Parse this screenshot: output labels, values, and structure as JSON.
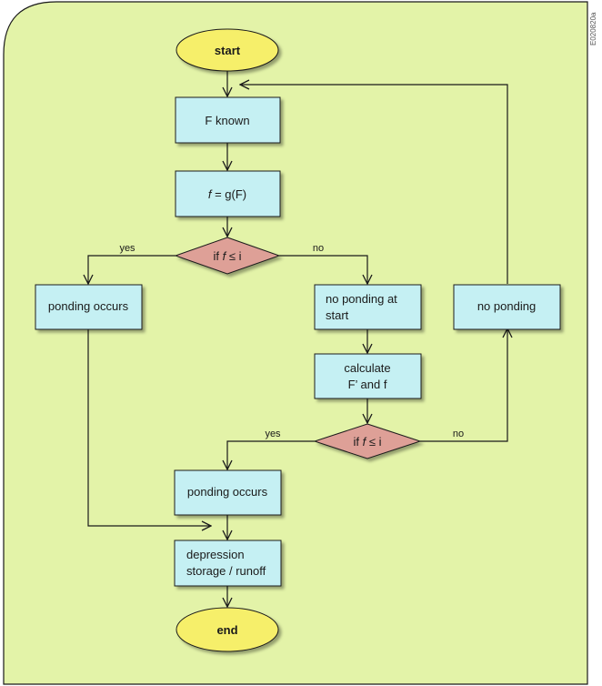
{
  "figure_id": "E020820a",
  "nodes": {
    "start": "start",
    "f_known": "F known",
    "f_eq": {
      "italic": "f",
      "rest": " = g(F)"
    },
    "decision1": {
      "prefix": "if  ",
      "italic": "f",
      "rest": " ≤ i"
    },
    "ponding_left": "ponding occurs",
    "no_ponding_start": [
      "no ponding at",
      "start"
    ],
    "calculate": [
      "calculate",
      "F’ and f"
    ],
    "decision2": {
      "prefix": "if  ",
      "italic": "f",
      "rest": " ≤ i"
    },
    "no_ponding": "no ponding",
    "ponding_mid": "ponding occurs",
    "depression": [
      "depression",
      "storage / runoff"
    ],
    "end": "end"
  },
  "edges": {
    "yes1": "yes",
    "no1": "no",
    "yes2": "yes",
    "no2": "no"
  },
  "colors": {
    "panel": "#e3f3a8",
    "terminal": "#f6ef6a",
    "process": "#c5f0f3",
    "decision": "#dea097",
    "line": "#1a1a1a"
  }
}
